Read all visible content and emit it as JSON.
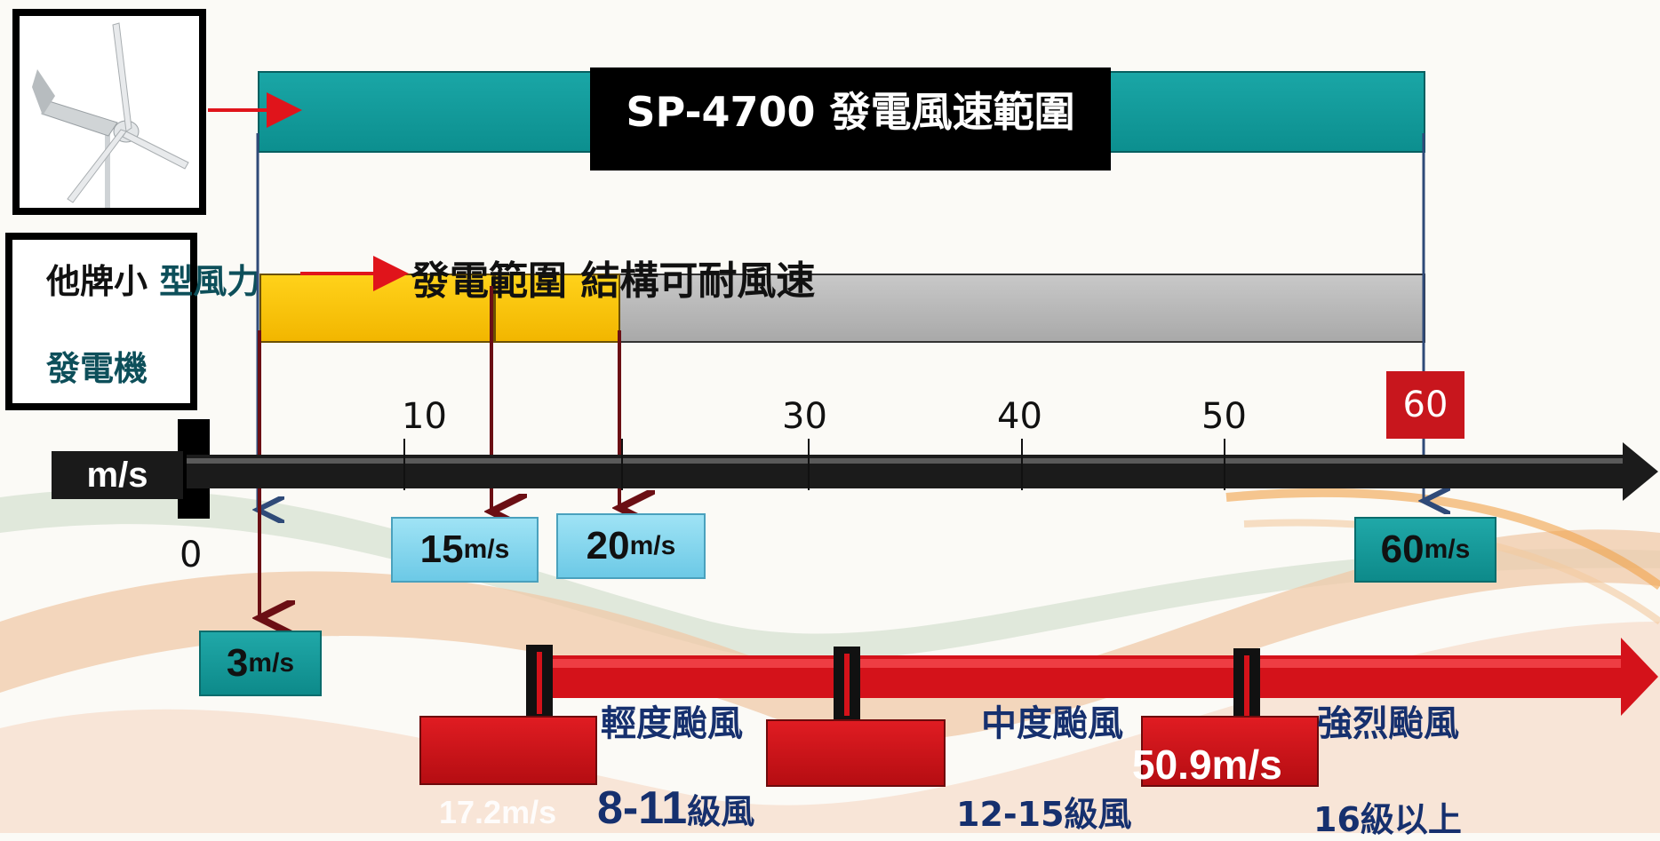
{
  "title": "SP-4700 發電風速範圍",
  "other_brand": {
    "line1_a": "他牌小",
    "line1_b": "型風力",
    "line2": "發電機"
  },
  "generation_label": "發電範圍 結構可耐風速",
  "axis": {
    "unit": "m/s",
    "ticks": [
      "0",
      "10",
      "30",
      "40",
      "50",
      "60"
    ]
  },
  "speed_boxes": {
    "start": {
      "value": "3",
      "unit": "m/s"
    },
    "a": {
      "value": "15",
      "unit": "m/s"
    },
    "b": {
      "value": "20",
      "unit": "m/s"
    },
    "max": {
      "value": "60",
      "unit": "m/s"
    }
  },
  "typhoon": {
    "light": "輕度颱風",
    "medium": "中度颱風",
    "strong": "強烈颱風",
    "light_speed": "17.2m/s",
    "strong_speed": "50.9m/s",
    "light_scale_num": "8-11",
    "light_scale_unit": "級風",
    "medium_scale": "12-15級風",
    "strong_scale": "16級以上"
  },
  "colors": {
    "teal": "#0c8f8f",
    "yellow": "#f2b600",
    "gray": "#a9a9a9",
    "red": "#c8161d",
    "light_blue": "#6cc9e6",
    "dark_red_arrow": "#6b0f14",
    "navy": "#16306e"
  }
}
